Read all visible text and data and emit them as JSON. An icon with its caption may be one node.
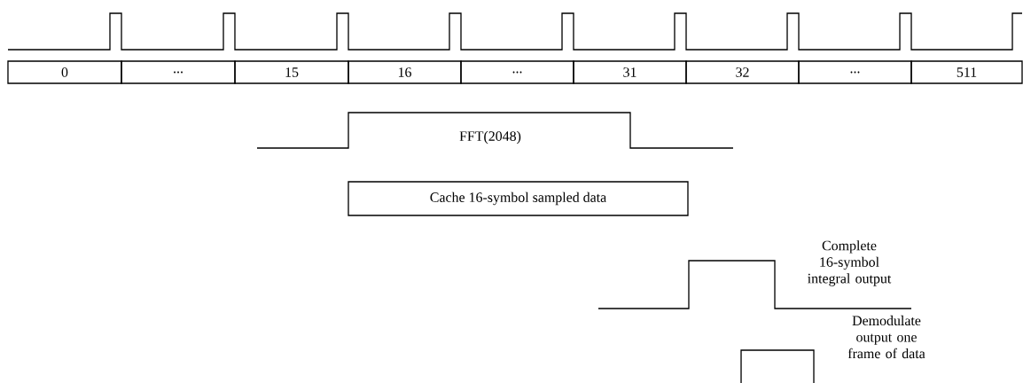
{
  "diagram": {
    "nodes": [
      {
        "text": [
          "0"
        ]
      },
      {
        "text": [
          "..."
        ]
      },
      {
        "text": [
          "15"
        ]
      },
      {
        "text": [
          "16"
        ]
      },
      {
        "text": [
          "..."
        ]
      },
      {
        "text": [
          "31"
        ]
      },
      {
        "text": [
          "32"
        ]
      },
      {
        "text": [
          "..."
        ]
      },
      {
        "text": [
          "511"
        ]
      },
      {
        "text": [
          "Cache 16-symbol sampled data"
        ]
      }
    ],
    "labels": [
      "FFT(2048)",
      "Complete 16-symbol integral output",
      "Demodulate output one frame of data"
    ]
  }
}
